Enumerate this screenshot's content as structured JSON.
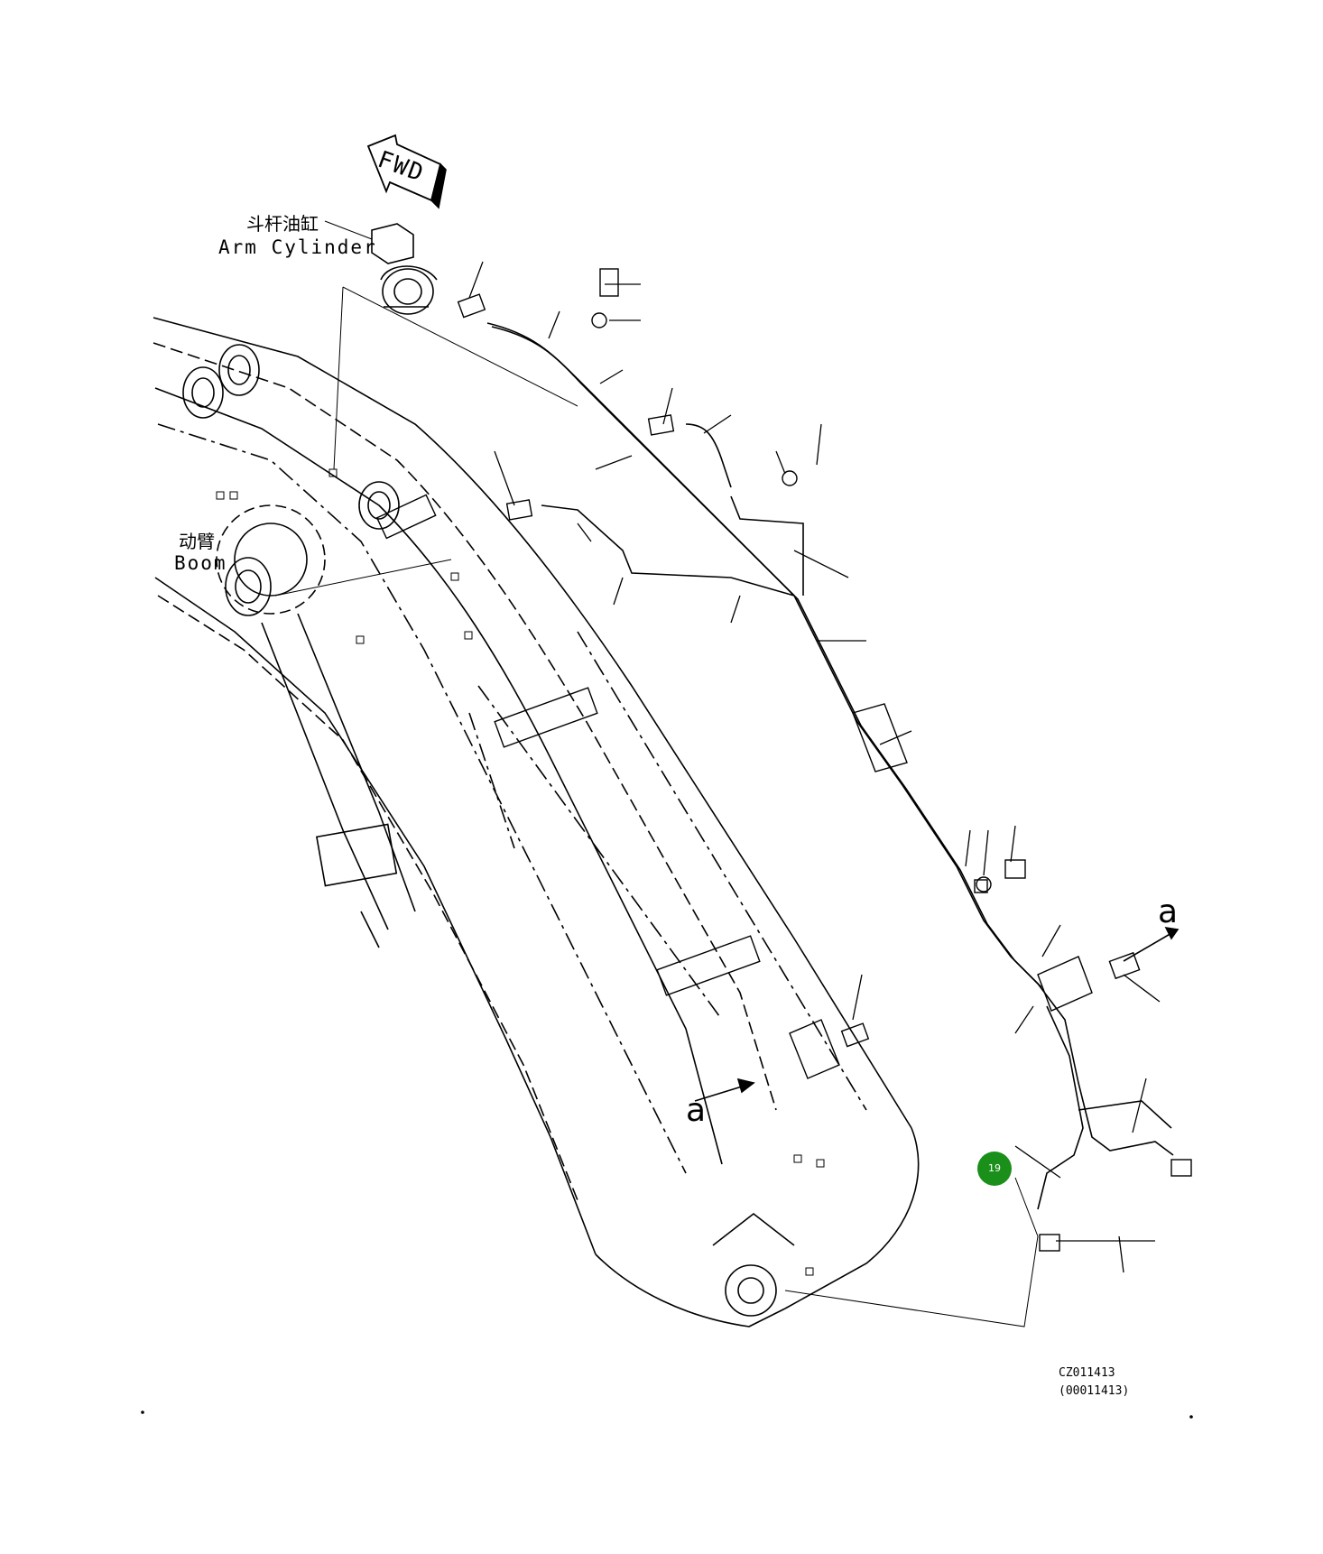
{
  "labels": {
    "fwd": "FWD",
    "arm_cylinder_cn": "斗杆油缸",
    "arm_cylinder_en": "Arm Cylinder",
    "boom_cn": "动臂",
    "boom_en": "Boom",
    "view_ref_top": "a",
    "view_ref_bottom": "a"
  },
  "callout": {
    "number": "19",
    "color": "#1a8f1a"
  },
  "drawing_code": {
    "id": "CZ011413",
    "ref": "(00011413)"
  }
}
